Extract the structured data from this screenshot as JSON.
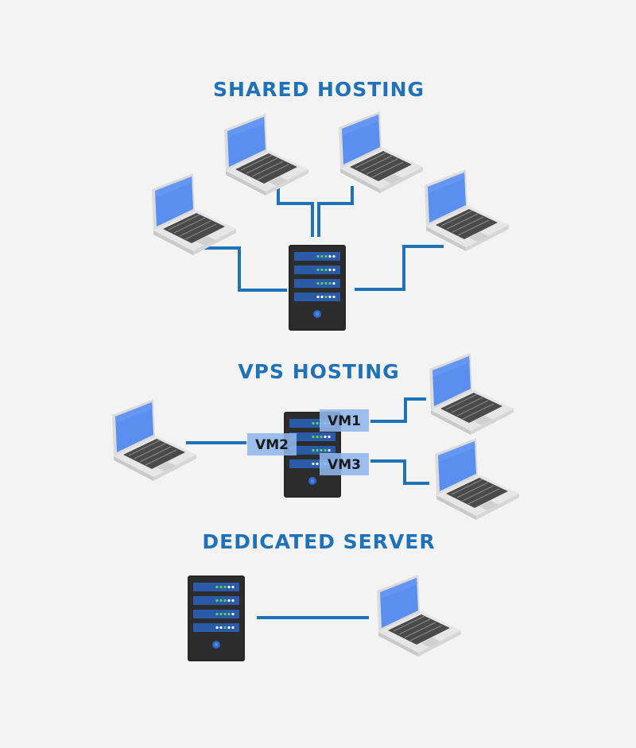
{
  "titles": {
    "shared": "SHARED HOSTING",
    "vps": "VPS HOSTING",
    "dedicated": "DEDICATED SERVER"
  },
  "vm_labels": {
    "vm1": "VM1",
    "vm2": "VM2",
    "vm3": "VM3"
  },
  "colors": {
    "title": "#1f72b8",
    "connector": "#1f72b8",
    "server_body": "#262626",
    "server_bay": "#2a5aa8",
    "laptop_screen": "#5a8ff0",
    "vm_box": "#8fb6ec",
    "background": "#f3f3f3"
  },
  "icons": {
    "server": "server-tower-icon",
    "laptop": "laptop-icon"
  }
}
